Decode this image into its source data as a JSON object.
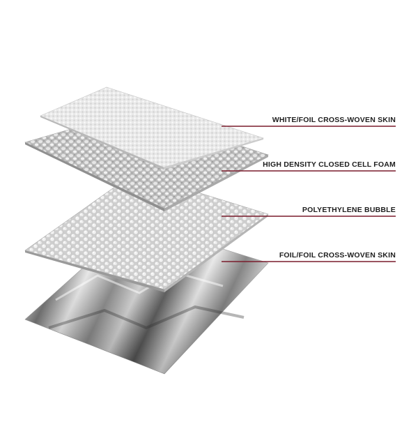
{
  "diagram": {
    "accent_color": "#7a1c2c",
    "layers": [
      {
        "label": "WHITE/FOIL CROSS-WOVEN SKIN",
        "texture": "woven-white"
      },
      {
        "label": "HIGH DENSITY CLOSED CELL FOAM",
        "texture": "foam-cells"
      },
      {
        "label": "POLYETHYLENE BUBBLE",
        "texture": "bubble"
      },
      {
        "label": "FOIL/FOIL CROSS-WOVEN SKIN",
        "texture": "foil"
      }
    ]
  }
}
